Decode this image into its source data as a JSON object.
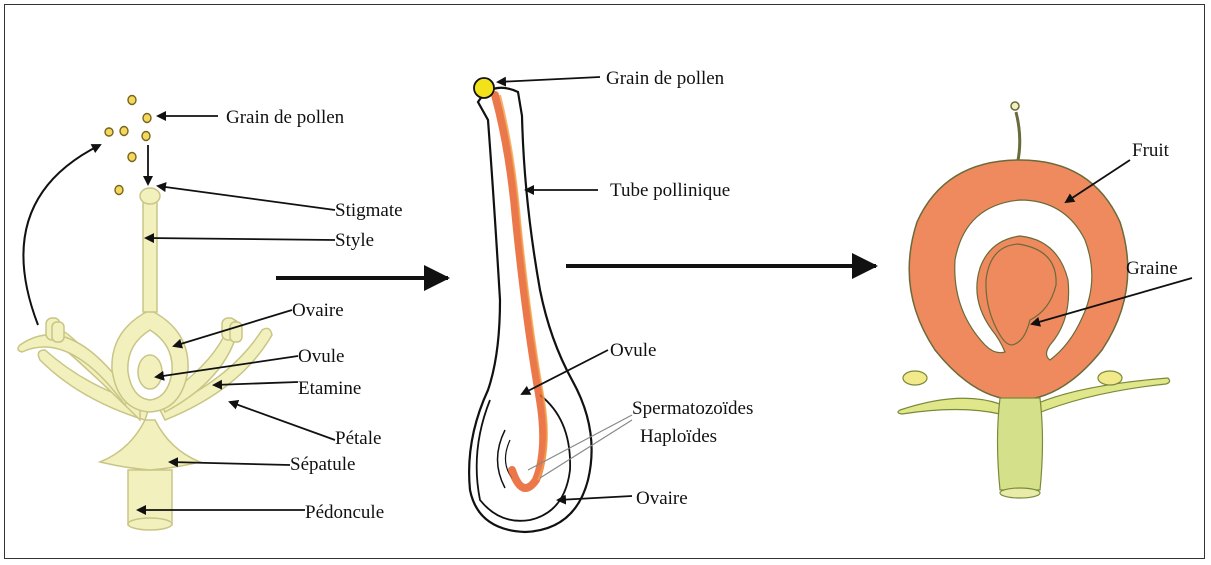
{
  "colors": {
    "flower_fill": "#f2f0bd",
    "flower_stroke": "#c9c585",
    "pollen_fill": "#f2d95c",
    "pollen_grain_yellow": "#f3e21a",
    "pollen_tube": "#e8602c",
    "fruit_fill": "#ee8a5e",
    "stem_green": "#d5e08a",
    "arrow": "#111111"
  },
  "labels": {
    "p1_pollen": "Grain de pollen",
    "p1_stigma": "Stigmate",
    "p1_style": "Style",
    "p1_ovary": "Ovaire",
    "p1_ovule": "Ovule",
    "p1_stamen": "Etamine",
    "p1_petal": "Pétale",
    "p1_sepal": "Sépatule",
    "p1_peduncle": "Pédoncule",
    "p2_pollen": "Grain de pollen",
    "p2_tube": "Tube pollinique",
    "p2_ovule": "Ovule",
    "p2_sperm1": "Spermatozoïdes",
    "p2_sperm2": "Haploïdes",
    "p2_ovary": "Ovaire",
    "p3_fruit": "Fruit",
    "p3_seed": "Graine"
  }
}
